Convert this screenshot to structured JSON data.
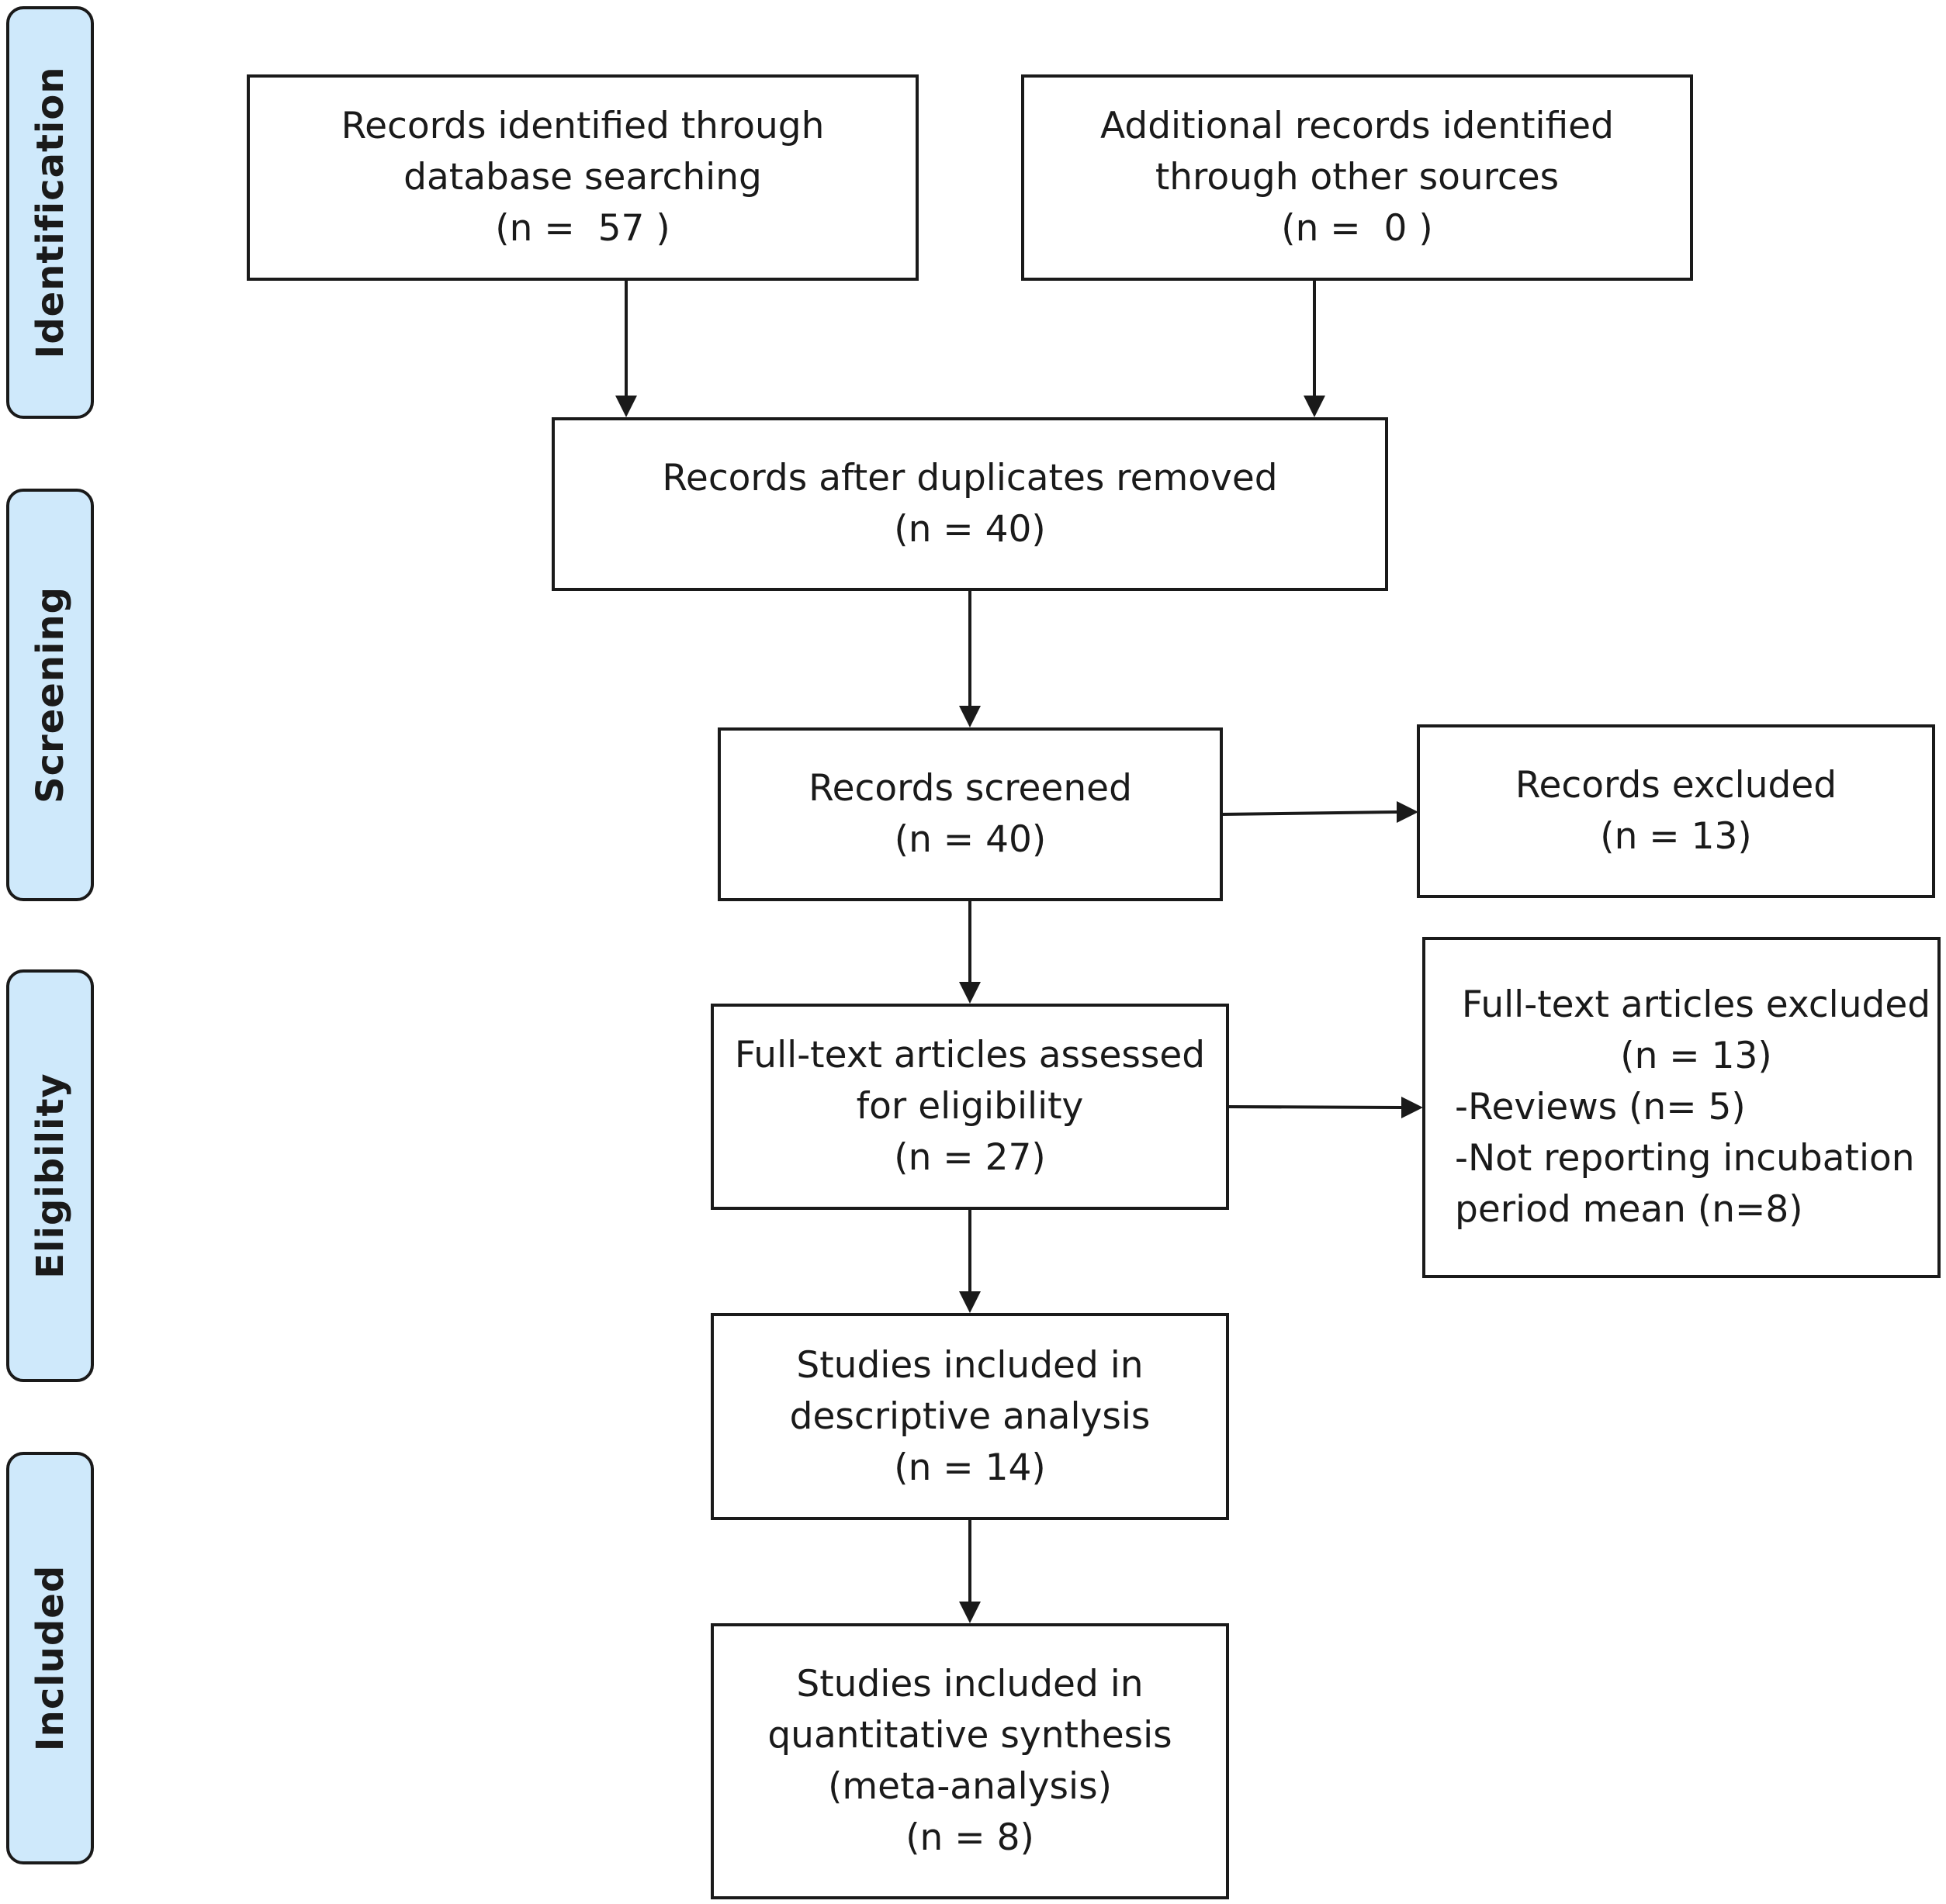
{
  "phases": [
    {
      "label": "Identification"
    },
    {
      "label": "Screening"
    },
    {
      "label": "Eligibility"
    },
    {
      "label": "Included"
    }
  ],
  "boxes": {
    "database": {
      "lines": [
        "Records identified through",
        "database searching",
        "(n =  57 )"
      ]
    },
    "other": {
      "lines": [
        "Additional records identified",
        "through other sources",
        "(n =  0 )"
      ]
    },
    "duplicates": {
      "lines": [
        "Records after duplicates removed",
        "(n = 40)"
      ]
    },
    "screened": {
      "lines": [
        "Records screened",
        "(n = 40)"
      ]
    },
    "excluded": {
      "lines": [
        "Records excluded",
        "(n = 13)"
      ]
    },
    "fulltext": {
      "lines": [
        "Full-text articles assessed",
        "for eligibility",
        "(n = 27)"
      ]
    },
    "fulltext_excluded": {
      "lines": [
        "Full-text articles excluded",
        "(n = 13)",
        "-Reviews (n= 5)",
        "-Not reporting incubation",
        "period mean (n=8)"
      ]
    },
    "descriptive": {
      "lines": [
        "Studies included in",
        "descriptive analysis",
        "(n = 14)"
      ]
    },
    "quantitative": {
      "lines": [
        "Studies included in",
        "quantitative synthesis",
        "(meta-analysis)",
        "(n = 8)"
      ]
    }
  }
}
